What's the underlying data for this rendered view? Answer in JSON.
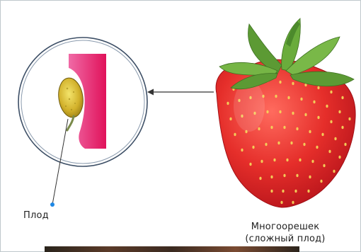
{
  "labels": {
    "fruit": "Плод",
    "compound_line1": "Многоорешек",
    "compound_line2": "(сложный плод)"
  },
  "colors": {
    "strawberry": "#e53935",
    "leaf": "#6ea63a",
    "achene": "#d6c23a",
    "receptacle": "#e91e63",
    "line": "#333333"
  }
}
